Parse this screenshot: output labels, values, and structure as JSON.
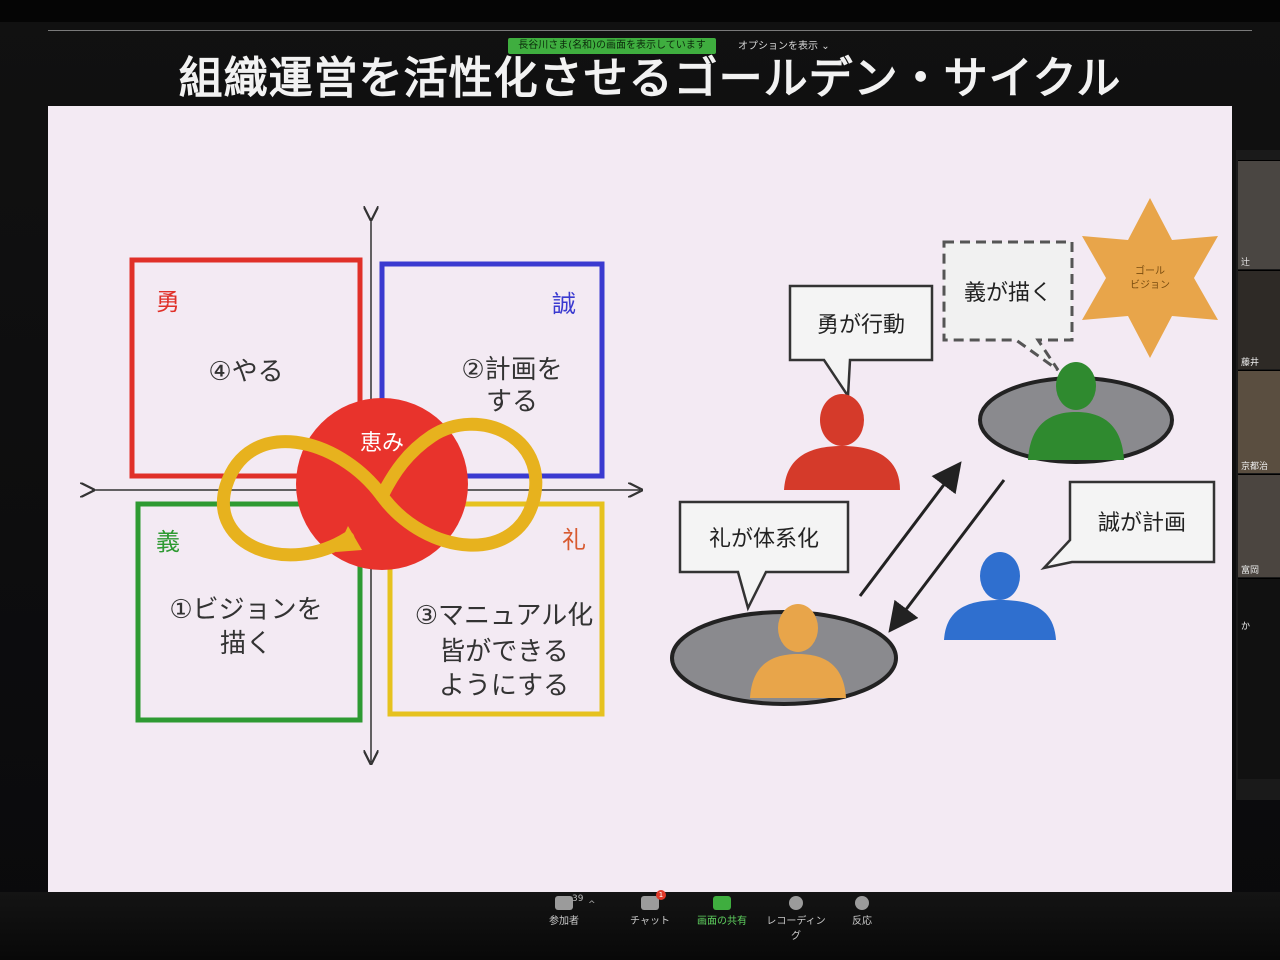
{
  "meeting": {
    "share_banner": "長谷川さま(名和)の画面を表示しています",
    "options_label": "オプションを表示"
  },
  "slide": {
    "title": "組織運営を活性化させるゴールデン・サイクル",
    "quadrants": [
      {
        "tag": "勇",
        "text": [
          "④やる"
        ],
        "color": "#e03028"
      },
      {
        "tag": "誠",
        "text": [
          "②計画を",
          "する"
        ],
        "color": "#3a3ad0"
      },
      {
        "tag": "義",
        "text": [
          "①ビジョンを",
          "描く"
        ],
        "color": "#2e9a32"
      },
      {
        "tag": "礼",
        "text": [
          "③マニュアル化",
          "皆ができる",
          "ようにする"
        ],
        "color": "#e6c21e"
      }
    ],
    "center_label": "恵み",
    "bubbles": {
      "yu": "勇が行動",
      "gi": "義が描く",
      "sei": "誠が計画",
      "rei": "礼が体系化"
    },
    "star_lines": [
      "ゴール",
      "ビジョン"
    ],
    "people_colors": {
      "red": "#d53a2a",
      "green": "#2f8a2f",
      "blue": "#2f6fcf",
      "orange": "#e8a54a"
    }
  },
  "participants": [
    {
      "name": "辻"
    },
    {
      "name": "藤井"
    },
    {
      "name": "京都治"
    },
    {
      "name": "富岡"
    },
    {
      "name": "か"
    }
  ],
  "toolbar": {
    "participants_label": "参加者",
    "participants_count": "39",
    "chat_label": "チャット",
    "chat_badge": "1",
    "share_label": "画面の共有",
    "record_label": "レコーディング",
    "reaction_label": "反応"
  }
}
